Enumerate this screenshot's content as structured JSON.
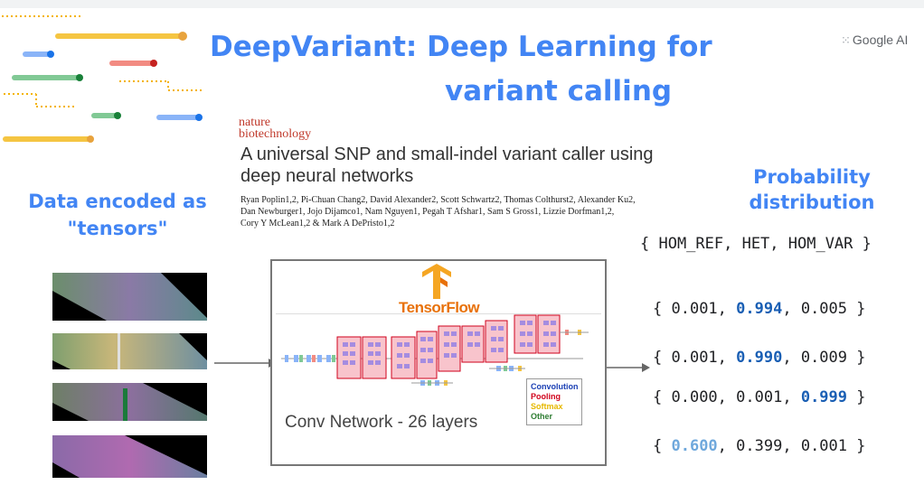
{
  "header": {
    "title_line1": "DeepVariant: Deep Learning for",
    "title_line2": "variant calling",
    "logo_text": "Google AI"
  },
  "paper": {
    "journal_line1": "nature",
    "journal_line2": "biotechnology",
    "title": "A universal SNP and small-indel variant caller using deep neural networks",
    "authors_line1": "Ryan Poplin1,2, Pi-Chuan Chang2, David Alexander2, Scott Schwartz2, Thomas Colthurst2, Alexander Ku2,",
    "authors_line2": "Dan Newburger1, Jojo Dijamco1, Nam Nguyen1, Pegah T Afshar1, Sam S Gross1, Lizzie Dorfman1,2,",
    "authors_line3": "Cory Y McLean1,2 & Mark A DePristo1,2"
  },
  "left": {
    "label_line1": "Data encoded as",
    "label_line2": "\"tensors\""
  },
  "network": {
    "tf_label": "TensorFlow",
    "caption": "Conv Network  - 26 layers",
    "legend": [
      {
        "label": "Convolution",
        "color": "#1a3fb4"
      },
      {
        "label": "Pooling",
        "color": "#d0021b"
      },
      {
        "label": "Softmax",
        "color": "#e6b800"
      },
      {
        "label": "Other",
        "color": "#2e7d32"
      }
    ]
  },
  "right": {
    "label_line1": "Probability",
    "label_line2": "distribution",
    "classes": "{ HOM_REF, HET, HOM_VAR }",
    "rows": [
      {
        "open": "{ ",
        "a": "0.001",
        "b": "0.994",
        "c": "0.005",
        "close": " }"
      },
      {
        "open": "{ ",
        "a": "0.001",
        "b": "0.990",
        "c": "0.009",
        "close": " }"
      },
      {
        "open": "{ ",
        "a": "0.000",
        "b": "0.001",
        "c": "0.999",
        "close": " }"
      },
      {
        "open": "{ ",
        "a": "0.600",
        "b": "0.399",
        "c": "0.001",
        "close": " }"
      }
    ]
  },
  "colors": {
    "accent_blue": "#4285f4",
    "highlight_blue": "#1a5fb4",
    "highlight_light": "#6fa8dc",
    "tf_orange": "#e8710a"
  }
}
